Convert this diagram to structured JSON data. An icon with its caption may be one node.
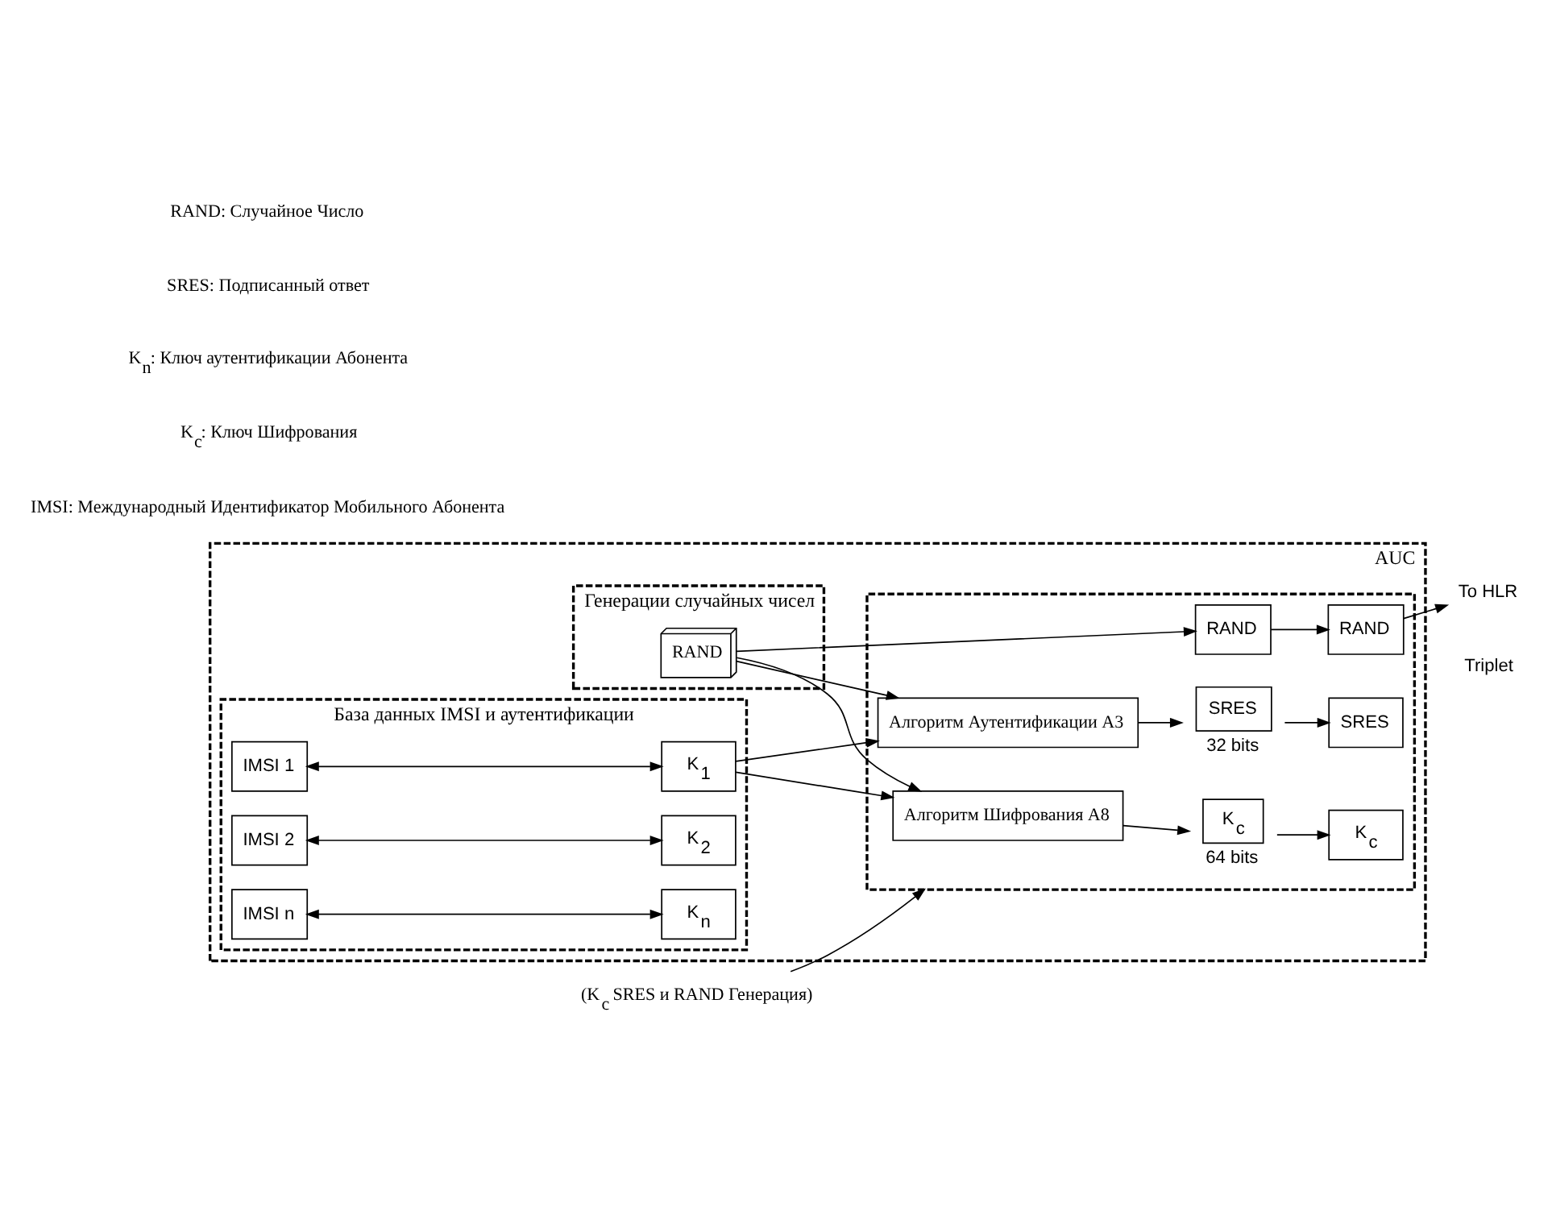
{
  "diagram": {
    "nodes": [
      {
        "text": [
          "AUC"
        ]
      },
      {
        "text": [
          "База данных IMSI и аутентификации"
        ],
        "in": 0
      },
      {
        "text": [
          "IMSI 1"
        ],
        "in": 1
      },
      {
        "text": [
          "K$_{1}$"
        ],
        "in": 1
      },
      {
        "text": [
          "IMSI 2"
        ],
        "in": 1
      },
      {
        "text": [
          "K$_{2}$"
        ],
        "in": 1
      },
      {
        "text": [
          "IMSI n"
        ],
        "in": 1
      },
      {
        "text": [
          "K$_{n}$"
        ],
        "in": 1
      },
      {
        "text": [
          "Генерации случайных чисел"
        ],
        "in": 0
      },
      {
        "text": [
          "RAND"
        ],
        "in": 8
      },
      {
        "text": [],
        "shape": "box",
        "in": 0
      },
      {
        "text": [
          "Алгоритм Шифрования A8"
        ],
        "in": 10
      },
      {
        "text": [
          "Алгоритм Аутентификации A3"
        ],
        "in": 10
      },
      {
        "text": [
          "K$_{c}$"
        ],
        "beside": [
          "64 bits"
        ],
        "in": 10
      },
      {
        "text": [
          "SRES"
        ],
        "beside": [
          "32 bits"
        ],
        "in": 10
      },
      {
        "text": [
          "RAND"
        ],
        "in": 10
      },
      {
        "text": [
          "K$_{c}$"
        ],
        "in": 10
      },
      {
        "text": [
          "SRES"
        ],
        "in": 10
      },
      {
        "text": [
          "RAND"
        ],
        "in": 10
      },
      {
        "text": [
          "To HLR"
        ]
      },
      {
        "text": [
          "(K$_{c}$ SRES и RAND Генерация)"
        ]
      }
    ],
    "edges": [
      {
        "from": 2,
        "to": 3,
        "arrow": "both"
      },
      {
        "from": 4,
        "to": 5,
        "arrow": "both"
      },
      {
        "from": 6,
        "to": 7,
        "arrow": "both"
      },
      {
        "from": 3,
        "to": 11,
        "arrow": "to"
      },
      {
        "from": 3,
        "to": 12,
        "arrow": "to"
      },
      {
        "from": 9,
        "to": 11,
        "arrow": "to"
      },
      {
        "from": 9,
        "to": 12,
        "arrow": "to"
      },
      {
        "from": 9,
        "to": 15,
        "arrow": "to"
      },
      {
        "from": 11,
        "to": 13,
        "arrow": "to"
      },
      {
        "from": 12,
        "to": 14,
        "arrow": "to"
      },
      {
        "from": 13,
        "to": 16,
        "arrow": "to"
      },
      {
        "from": 14,
        "to": 17,
        "arrow": "to"
      },
      {
        "from": 15,
        "to": 18,
        "arrow": "to"
      },
      {
        "from": 18,
        "to": 19,
        "arrow": "to"
      },
      {
        "from": 20,
        "to": 10,
        "arrow": "to"
      }
    ],
    "labels": [
      "Triplet",
      "IMSI: Международный Идентификатор Мобильного Абонента",
      "K$_{c}$: Ключ Шифрования",
      "K$_{n}$: Ключ аутентификации Абонента",
      "SRES: Подписанный ответ",
      "RAND: Случайное Число"
    ]
  }
}
